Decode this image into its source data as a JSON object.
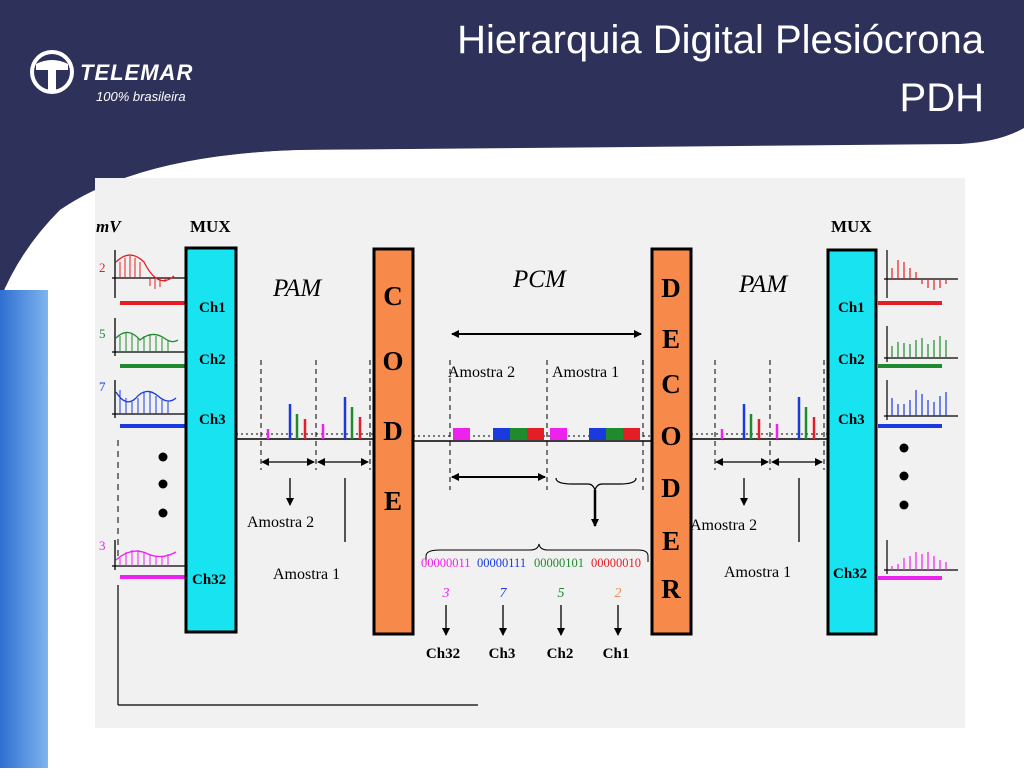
{
  "header": {
    "title_line1": "Hierarquia Digital Plesiócrona",
    "title_line2": "PDH",
    "logo_name": "TELEMAR",
    "logo_tagline": "100% brasileira"
  },
  "diagram": {
    "mv_label": "mV",
    "mux_label": "MUX",
    "channels": [
      "Ch1",
      "Ch2",
      "Ch3",
      "Ch32"
    ],
    "amplitudes": [
      "2",
      "5",
      "7",
      "3"
    ],
    "pam_label": "PAM",
    "pcm_label": "PCM",
    "coder_letters": [
      "C",
      "O",
      "D",
      "E"
    ],
    "decoder_letters": [
      "D",
      "E",
      "C",
      "O",
      "D",
      "E",
      "R"
    ],
    "amostra1": "Amostra 1",
    "amostra2": "Amostra 2",
    "binary_words": [
      "00000011",
      "00000111",
      "00000101",
      "00000010"
    ],
    "binary_values": [
      "3",
      "7",
      "5",
      "2"
    ],
    "binary_channels": [
      "Ch32",
      "Ch3",
      "Ch2",
      "Ch1"
    ],
    "colors": {
      "navy": "#2e3159",
      "cyan": "#18e3f0",
      "orange": "#f7894a",
      "ch1": "#e41e26",
      "ch2": "#1f8a2e",
      "ch3": "#1a3adf",
      "ch32": "#ee22ee"
    }
  }
}
